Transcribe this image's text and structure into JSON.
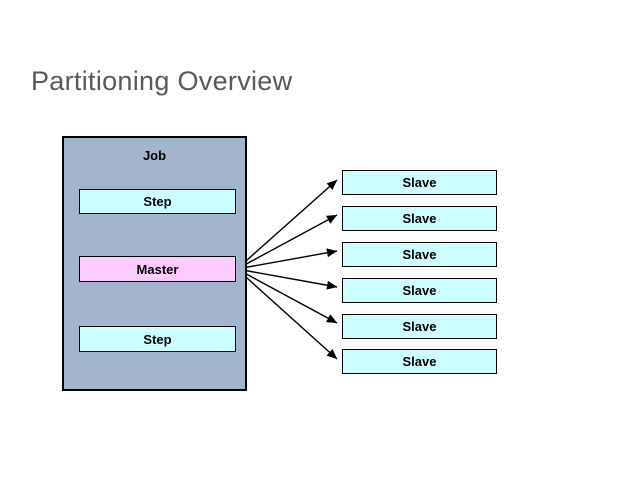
{
  "slide": {
    "title": "Partitioning Overview",
    "background_color": "#ffffff",
    "title_color": "#595959"
  },
  "colors": {
    "job_container_fill": "#a3b5cc",
    "step_fill": "#ccffff",
    "master_fill": "#ffccff",
    "slave_fill": "#ccffff",
    "stroke": "#000000"
  },
  "diagram": {
    "type": "flow-diagram",
    "job": {
      "label": "Job",
      "nodes": [
        {
          "id": "step-top",
          "label": "Step",
          "role": "step"
        },
        {
          "id": "master",
          "label": "Master",
          "role": "master"
        },
        {
          "id": "step-bottom",
          "label": "Step",
          "role": "step"
        }
      ]
    },
    "slaves": [
      {
        "id": "slave-1",
        "label": "Slave"
      },
      {
        "id": "slave-2",
        "label": "Slave"
      },
      {
        "id": "slave-3",
        "label": "Slave"
      },
      {
        "id": "slave-4",
        "label": "Slave"
      },
      {
        "id": "slave-5",
        "label": "Slave"
      },
      {
        "id": "slave-6",
        "label": "Slave"
      }
    ],
    "edges": [
      {
        "from": "step-top",
        "to": "master",
        "kind": "vertical"
      },
      {
        "from": "master",
        "to": "step-bottom",
        "kind": "vertical"
      },
      {
        "from": "master",
        "to": "slave-1",
        "kind": "fan"
      },
      {
        "from": "master",
        "to": "slave-2",
        "kind": "fan"
      },
      {
        "from": "master",
        "to": "slave-3",
        "kind": "fan"
      },
      {
        "from": "master",
        "to": "slave-4",
        "kind": "fan"
      },
      {
        "from": "master",
        "to": "slave-5",
        "kind": "fan"
      },
      {
        "from": "master",
        "to": "slave-6",
        "kind": "fan"
      }
    ]
  }
}
